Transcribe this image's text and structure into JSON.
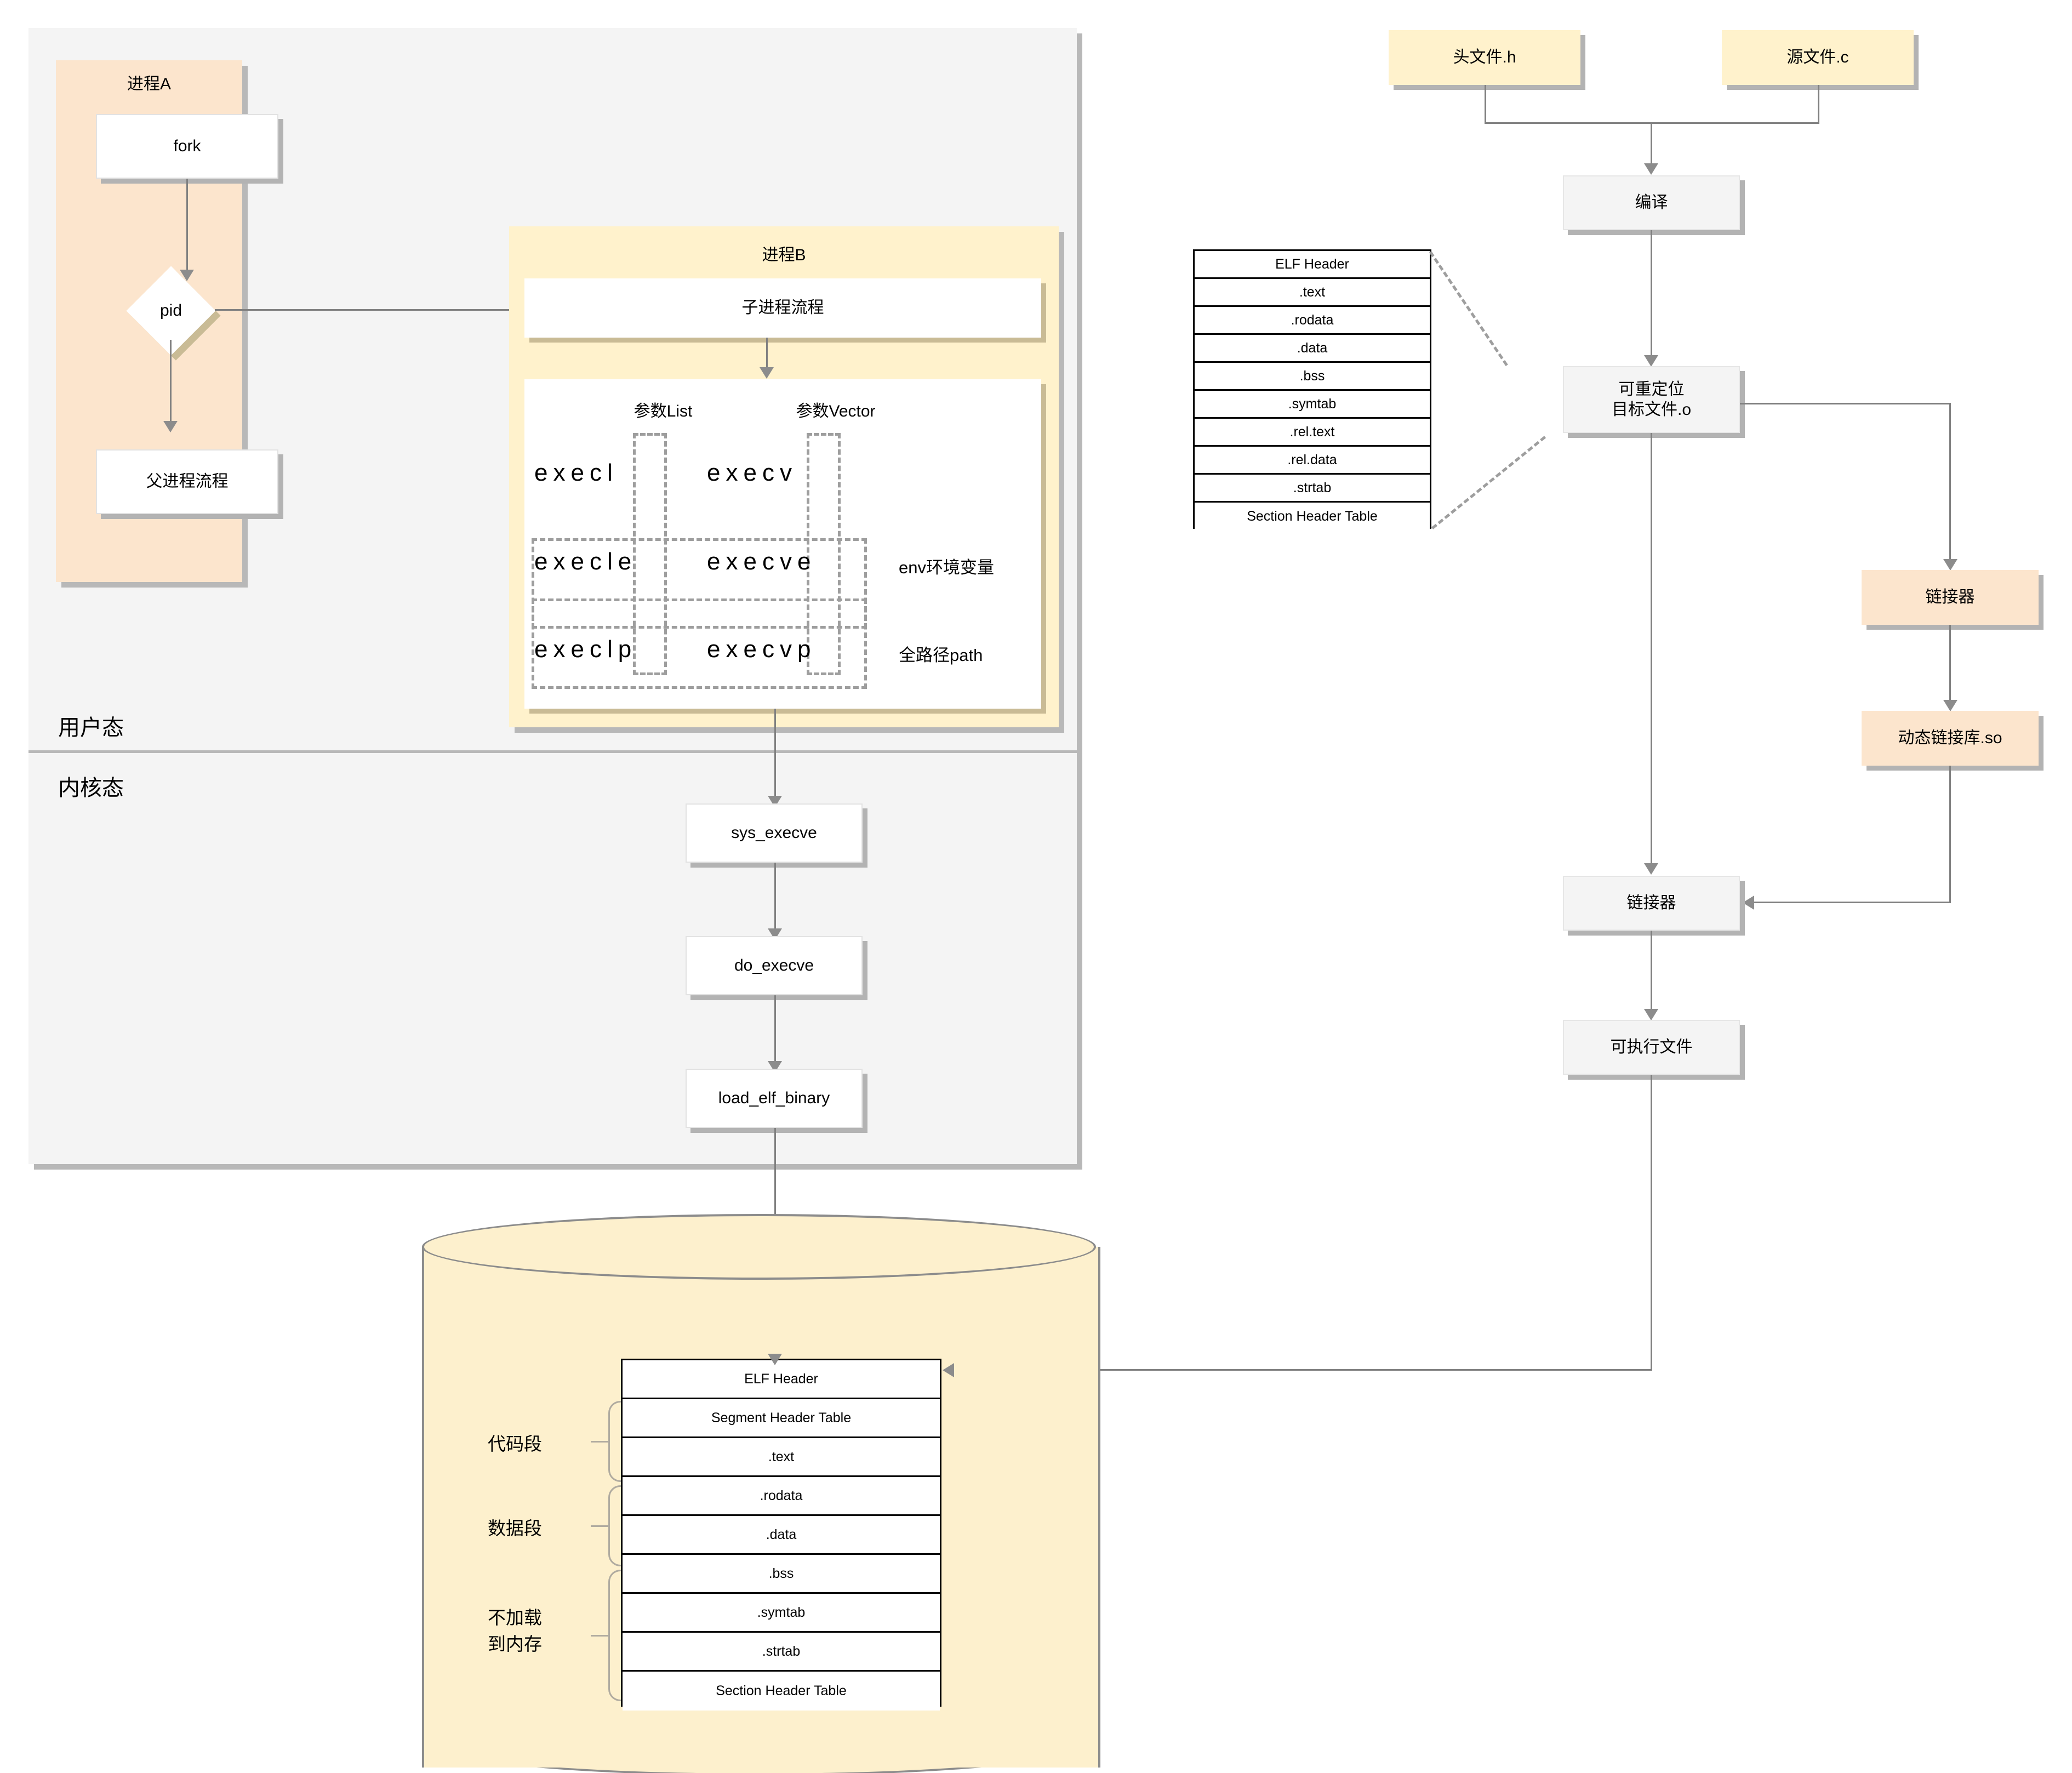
{
  "diagram": {
    "title": "Process fork/exec and ELF compile-link-load diagram",
    "colors": {
      "orange": "#fce5cd",
      "yellow": "#fff2cc",
      "panel_gray": "#f4f4f4",
      "cylinder": "#fdf0cd",
      "line": "#808080",
      "dash": "#9e9e9e"
    }
  },
  "mode_labels": {
    "user": "用户态",
    "kernel": "内核态"
  },
  "process_a": {
    "title": "进程A",
    "fork": "fork",
    "pid": "pid",
    "parent_flow": "父进程流程"
  },
  "process_b": {
    "title": "进程B",
    "child_flow": "子进程流程",
    "col_headers": [
      "参数List",
      "参数Vector"
    ],
    "rows": [
      {
        "list": "execl",
        "vector": "execv",
        "note": ""
      },
      {
        "list": "execle",
        "vector": "execve",
        "note": "env环境变量"
      },
      {
        "list": "execlp",
        "vector": "execvp",
        "note": "全路径path"
      }
    ]
  },
  "kernel_chain": [
    "sys_execve",
    "do_execve",
    "load_elf_binary"
  ],
  "compile_chain": {
    "header_file": "头文件.h",
    "source_file": "源文件.c",
    "compile": "编译",
    "relocatable_object": "可重定位\n目标文件.o",
    "relocatable_object_line1": "可重定位",
    "relocatable_object_line2": "目标文件.o",
    "linker_dynamic": "链接器",
    "shared_object": "动态链接库.so",
    "linker_final": "链接器",
    "executable": "可执行文件"
  },
  "object_elf_table": {
    "rows": [
      "ELF Header",
      ".text",
      ".rodata",
      ".data",
      ".bss",
      ".symtab",
      ".rel.text",
      ".rel.data",
      ".strtab",
      "Section Header Table"
    ]
  },
  "memory_elf_table": {
    "rows": [
      "ELF Header",
      "Segment Header Table",
      ".text",
      ".rodata",
      ".data",
      ".bss",
      ".symtab",
      ".strtab",
      "Section Header Table"
    ],
    "segment_labels": [
      {
        "id": "code",
        "text": "代码段",
        "lines": [
          "代码段"
        ]
      },
      {
        "id": "data",
        "text": "数据段",
        "lines": [
          "数据段"
        ]
      },
      {
        "id": "notload",
        "text": "不加载到内存",
        "lines": [
          "不加载",
          "到内存"
        ]
      }
    ]
  }
}
